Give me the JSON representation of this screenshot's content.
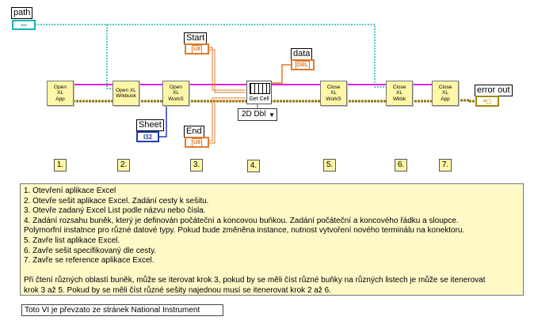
{
  "labels": {
    "path": "path",
    "start": "Start",
    "end": "End",
    "sheet": "Sheet",
    "data": "data",
    "error_out": "error out"
  },
  "terminal_types": {
    "path": "⊷",
    "start": "U8",
    "end": "U8",
    "sheet": "I32",
    "data": "DBL",
    "error_out": "≡⬚"
  },
  "subvis": {
    "open_app": [
      "Open",
      "XL",
      "App"
    ],
    "open_wb": [
      "Open XL",
      "Wrkbook"
    ],
    "open_ws": [
      "Open",
      "XL",
      "WorkS"
    ],
    "get_cell": "Get Cell",
    "close_ws": [
      "Close",
      "XL",
      "WorkS"
    ],
    "close_wb": [
      "Close",
      "XL",
      "Wkbk"
    ],
    "close_app": [
      "Close",
      "XL",
      "App"
    ]
  },
  "selector_value": "2D Dbl",
  "step_numbers": [
    "1.",
    "2.",
    "3.",
    "4.",
    "5.",
    "6.",
    "7."
  ],
  "comment_lines": [
    "1. Otevření aplikace Excel",
    "2. Otevře sešit aplikace Excel. Zadání cesty k sešitu.",
    "3. Otevře zadaný Excel List podle názvu nebo čísla.",
    "4. Zadání rozsahu buněk, který je definován počáteční a koncovou buňkou. Zadání počáteční a koncového řádku a sloupce.",
    "Polymorfní instatnce pro různé datové typy. Pokud bude změněna instance, nutnost vytvoření nového terminálu na konektoru.",
    "5. Zavře list aplikace Excel.",
    "6. Zavře sešit specifikovaný dle cesty.",
    "7. Zavře se reference aplikace Excel.",
    "",
    "Při čtení různých oblastí buněk, může se iterovat krok 3, pokud by se měli číst různé buňky na různých listech je může se itenerovat",
    "krok 3 až 5. Pokud by se měli číst různé sešity najednou musí se itenerovat krok 2 až 6."
  ],
  "footer_note": "Toto VI je převzato ze stránek National Instrument",
  "colors": {
    "refnum_wire": "#e020e0",
    "error_wire": "#8a7a00",
    "path_wire": "#18b3b3",
    "number_wire": "#e07a2a",
    "i32_wire": "#2040b0",
    "subvi_fill": "#fff7a8",
    "comment_fill": "#fff9c8"
  }
}
